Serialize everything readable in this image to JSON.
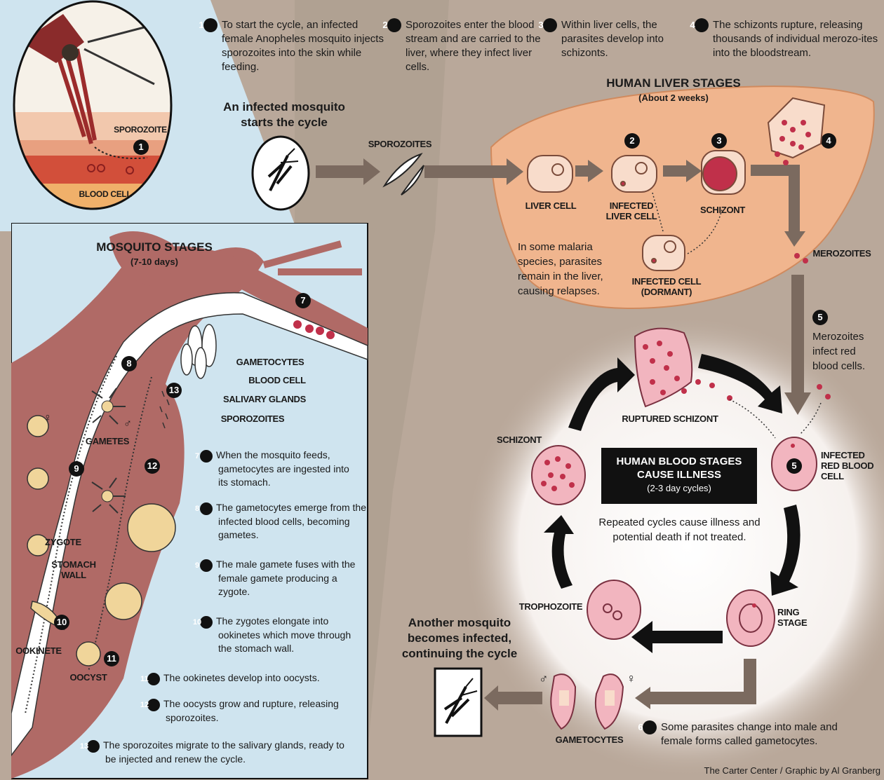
{
  "steps_top": [
    {
      "num": "1",
      "text": "To start the cycle, an infected female Anopheles mosquito injects sporozoites into the skin while feeding."
    },
    {
      "num": "2",
      "text": "Sporozoites enter the blood stream and are carried to the liver, where they infect liver cells."
    },
    {
      "num": "3",
      "text": "Within liver cells, the parasites develop into schizonts."
    },
    {
      "num": "4",
      "text": "The schizonts rupture, releasing thousands of individual merozo-ites into the bloodstream."
    }
  ],
  "inset": {
    "sporozoite_label": "SPOROZOITE",
    "blood_cell_label": "BLOOD CELL",
    "badge": "1"
  },
  "start_caption": "An infected mosquito starts the cycle",
  "sporozoites_label": "SPOROZOITES",
  "liver": {
    "title": "HUMAN LIVER STAGES",
    "subtitle": "(About 2 weeks)",
    "liver_cell": "LIVER CELL",
    "infected_liver_cell": "INFECTED LIVER CELL",
    "schizont": "SCHIZONT",
    "infected_dormant": "INFECTED CELL (DORMANT)",
    "relapse_note": "In some malaria species, parasites remain in the liver, causing relapses.",
    "merozoites": "MEROZOITES",
    "badge2": "2",
    "badge3": "3",
    "badge4": "4"
  },
  "step5": {
    "num": "5",
    "text": "Merozoites infect red blood cells."
  },
  "blood": {
    "title": "HUMAN BLOOD STAGES CAUSE ILLNESS",
    "subtitle": "(2-3 day cycles)",
    "note": "Repeated cycles cause illness and potential death if not treated.",
    "ruptured_schizont": "RUPTURED SCHIZONT",
    "schizont": "SCHIZONT",
    "infected_rbc": "INFECTED RED BLOOD CELL",
    "ring_stage": "RING STAGE",
    "trophozoite": "TROPHOZOITE",
    "gametocytes": "GAMETOCYTES",
    "badge5": "5"
  },
  "step6": {
    "num": "6",
    "text": "Some parasites change into male and female forms called gametocytes."
  },
  "another_caption": "Another mosquito becomes infected, continuing the cycle",
  "mosquito": {
    "title": "MOSQUITO STAGES",
    "subtitle": "(7-10 days)",
    "gametocytes": "GAMETOCYTES",
    "blood_cell": "BLOOD CELL",
    "salivary": "SALIVARY GLANDS",
    "sporozoites": "SPOROZOITES",
    "gametes": "GAMETES",
    "zygote": "ZYGOTE",
    "stomach_wall": "STOMACH WALL",
    "ookinete": "OOKINETE",
    "oocyst": "OOCYST",
    "steps": [
      {
        "num": "7",
        "text": "When the mosquito feeds, gametocytes are ingested into its stomach."
      },
      {
        "num": "8",
        "text": "The gametocytes emerge from the infected blood cells, becoming gametes."
      },
      {
        "num": "9",
        "text": "The male gamete fuses with the female gamete producing a zygote."
      },
      {
        "num": "10",
        "text": "The zygotes elongate into ookinetes which move through the stomach wall."
      },
      {
        "num": "11",
        "text": "The ookinetes develop into oocysts."
      },
      {
        "num": "12",
        "text": "The oocysts grow and rupture, releasing sporozoites."
      },
      {
        "num": "13",
        "text": "The sporozoites migrate to the salivary glands, ready to be injected and renew the cycle."
      }
    ]
  },
  "credit": "The Carter Center / Graphic by Al Granberg",
  "colors": {
    "liver": "#f0b58e",
    "blood_cell": "#f2b5bf",
    "cell_dark": "#c0304a",
    "mosquito_body": "#b06a66",
    "sky": "#cfe4ef"
  }
}
